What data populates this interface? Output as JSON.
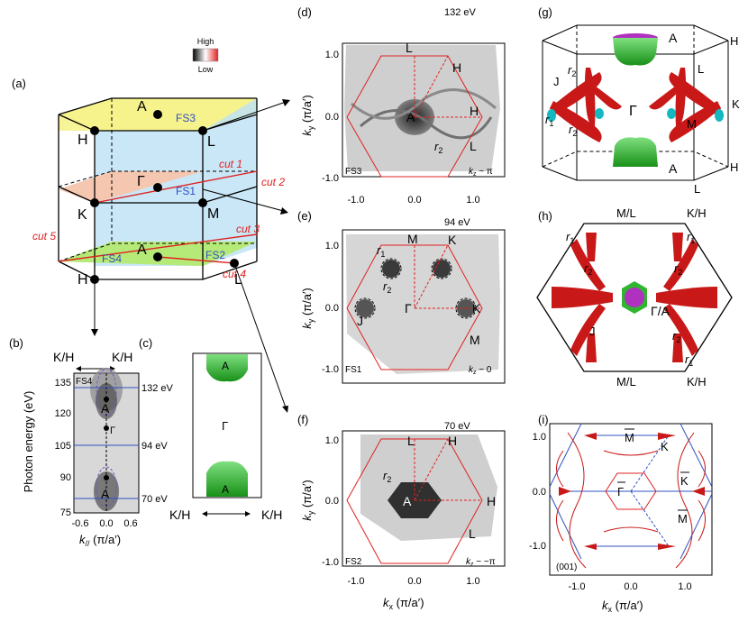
{
  "panel_labels": [
    "(a)",
    "(b)",
    "(c)",
    "(d)",
    "(e)",
    "(f)",
    "(g)",
    "(h)",
    "(i)"
  ],
  "colorbar": {
    "high": "High",
    "low": "Low"
  },
  "bz3d": {
    "points": {
      "A_top": "A",
      "H_top": "H",
      "L_top": "L",
      "Gamma": "Γ",
      "K_mid": "K",
      "M_mid": "M",
      "A_bot": "A",
      "H_bot": "H",
      "L_bot": "L"
    },
    "fs": {
      "fs3": "FS3",
      "fs1": "FS1",
      "fs4": "FS4",
      "fs2": "FS2"
    },
    "cuts": {
      "c1": "cut 1",
      "c2": "cut 2",
      "c3": "cut 3",
      "c4": "cut 4",
      "c5": "cut 5"
    }
  },
  "panel_b": {
    "top_left": "K/H",
    "top_right": "K/H",
    "ylabel": "Photon energy (eV)",
    "yticks": [
      "135",
      "120",
      "105",
      "90",
      "75"
    ],
    "xticks": [
      "-0.6",
      "0.0",
      "0.6"
    ],
    "xlabel_k": "k",
    "xlabel_sub": "//",
    "xlabel_units": " (π/a′)",
    "fs": "FS4",
    "energies": [
      "132 eV",
      "94 eV",
      "70 eV"
    ],
    "pts": {
      "A1": "A",
      "G": "Γ",
      "A2": "A"
    }
  },
  "panel_c": {
    "top": "A",
    "mid": "Γ",
    "bot": "A",
    "left": "K/H",
    "right": "K/H"
  },
  "panel_d": {
    "energy": "132 eV",
    "fs": "FS3",
    "kz": "k",
    "kz_sub": "z",
    "kz_val": " ~ π",
    "pts": {
      "L1": "L",
      "H1": "H",
      "A": "A",
      "H2": "H",
      "L2": "L"
    },
    "r2": "r",
    "r2_sub": "2",
    "yticks": [
      "1.0",
      "0.0",
      "-1.0"
    ],
    "xticks": [
      "-1.0",
      "0.0",
      "1.0"
    ],
    "ylabel": "k",
    "ylabel_sub": "y",
    "ylabel_units": " (π/a′)"
  },
  "panel_e": {
    "energy": "94 eV",
    "fs": "FS1",
    "kz": "k",
    "kz_sub": "z",
    "kz_val": " ~ 0",
    "pts": {
      "M1": "M",
      "K1": "K",
      "G": "Γ",
      "J": "J",
      "K2": "K",
      "M2": "M"
    },
    "r1": "r",
    "r1_sub": "1",
    "r2": "r",
    "r2_sub": "2",
    "yticks": [
      "1.0",
      "0.0",
      "-1.0"
    ],
    "ylabel": "k",
    "ylabel_sub": "y",
    "ylabel_units": " (π/a′)"
  },
  "panel_f": {
    "energy": "70 eV",
    "fs": "FS2",
    "kz": "k",
    "kz_sub": "z",
    "kz_val": " ~ −π",
    "pts": {
      "L1": "L",
      "H1": "H",
      "A": "A",
      "H2": "H",
      "L2": "L"
    },
    "r2": "r",
    "r2_sub": "2",
    "yticks": [
      "1.0",
      "0.0",
      "-1.0"
    ],
    "xticks": [
      "-1.0",
      "0.0",
      "1.0"
    ],
    "ylabel": "k",
    "ylabel_sub": "y",
    "ylabel_units": " (π/a′)",
    "xlabel": "k",
    "xlabel_sub": "x",
    "xlabel_units": " (π/a′)"
  },
  "panel_g": {
    "pts": {
      "A1": "A",
      "H1": "H",
      "L1": "L",
      "G": "Γ",
      "K": "K",
      "M": "M",
      "A2": "A",
      "H2": "H",
      "L2": "L",
      "J": "J"
    },
    "r_labels": [
      "r",
      "r",
      "r"
    ],
    "r_subs": [
      "2",
      "1",
      "2"
    ]
  },
  "panel_h": {
    "top_mid": "M/L",
    "top_right": "K/H",
    "bot_mid": "M/L",
    "bot_right": "K/H",
    "center": "Γ/A",
    "J": "J",
    "r_labels": [
      "r",
      "r",
      "r",
      "r",
      "r",
      "r"
    ],
    "r_subs": [
      "1",
      "1",
      "2",
      "2",
      "2",
      "1"
    ]
  },
  "panel_i": {
    "M_top": "M",
    "K_top": "K",
    "K_right": "K",
    "G": "Γ",
    "M_bot": "M",
    "surface": "(001)",
    "yticks": [
      "1.0",
      "0.0",
      "-1.0"
    ],
    "xticks": [
      "-1.0",
      "0.0",
      "1.0"
    ],
    "xlabel": "k",
    "xlabel_sub": "x",
    "xlabel_units": " (π/a′)"
  },
  "colors": {
    "red": "#e02020",
    "blue": "#3050c0",
    "yellow": "#f6f28c",
    "cyan_face": "#bfe3f6",
    "salmon": "#f5c6b0",
    "green_face": "#b6ea78",
    "green": "#2fb52f",
    "magenta": "#b030c0",
    "teal": "#14b8c0"
  }
}
